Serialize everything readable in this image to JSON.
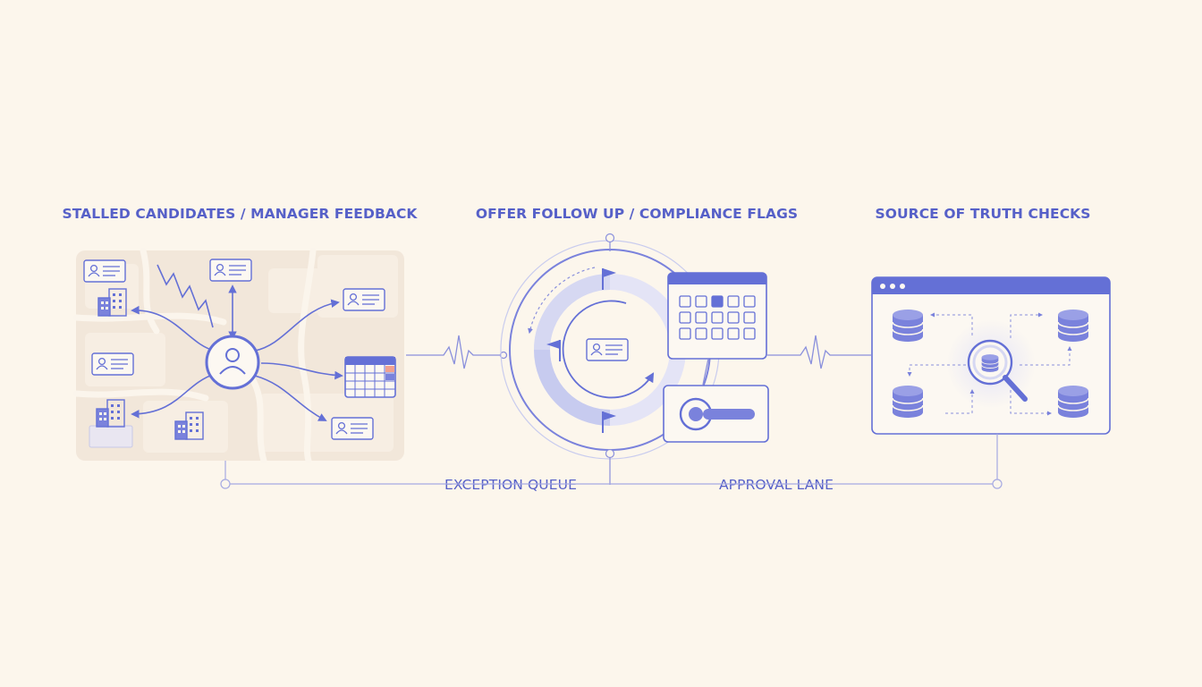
{
  "colors": {
    "background": "#fcf6ec",
    "accent": "#6470d6",
    "accent_soft": "#e6e6f6",
    "map_panel": "#f2e7da",
    "text": "#5660c8"
  },
  "sections": [
    {
      "heading": "STALLED CANDIDATES / MANAGER FEEDBACK",
      "icons": [
        "person-icon",
        "id-card-icon",
        "building-icon",
        "calendar-icon",
        "zigzag-icon"
      ]
    },
    {
      "heading": "OFFER FOLLOW UP / COMPLIANCE FLAGS",
      "icons": [
        "flag-icon",
        "id-card-icon",
        "calendar-icon",
        "toggle-icon"
      ]
    },
    {
      "heading": "SOURCE OF TRUTH CHECKS",
      "icons": [
        "browser-window-icon",
        "database-icon",
        "magnifier-icon"
      ]
    }
  ],
  "lanes": [
    {
      "label": "EXCEPTION QUEUE"
    },
    {
      "label": "APPROVAL LANE"
    }
  ]
}
